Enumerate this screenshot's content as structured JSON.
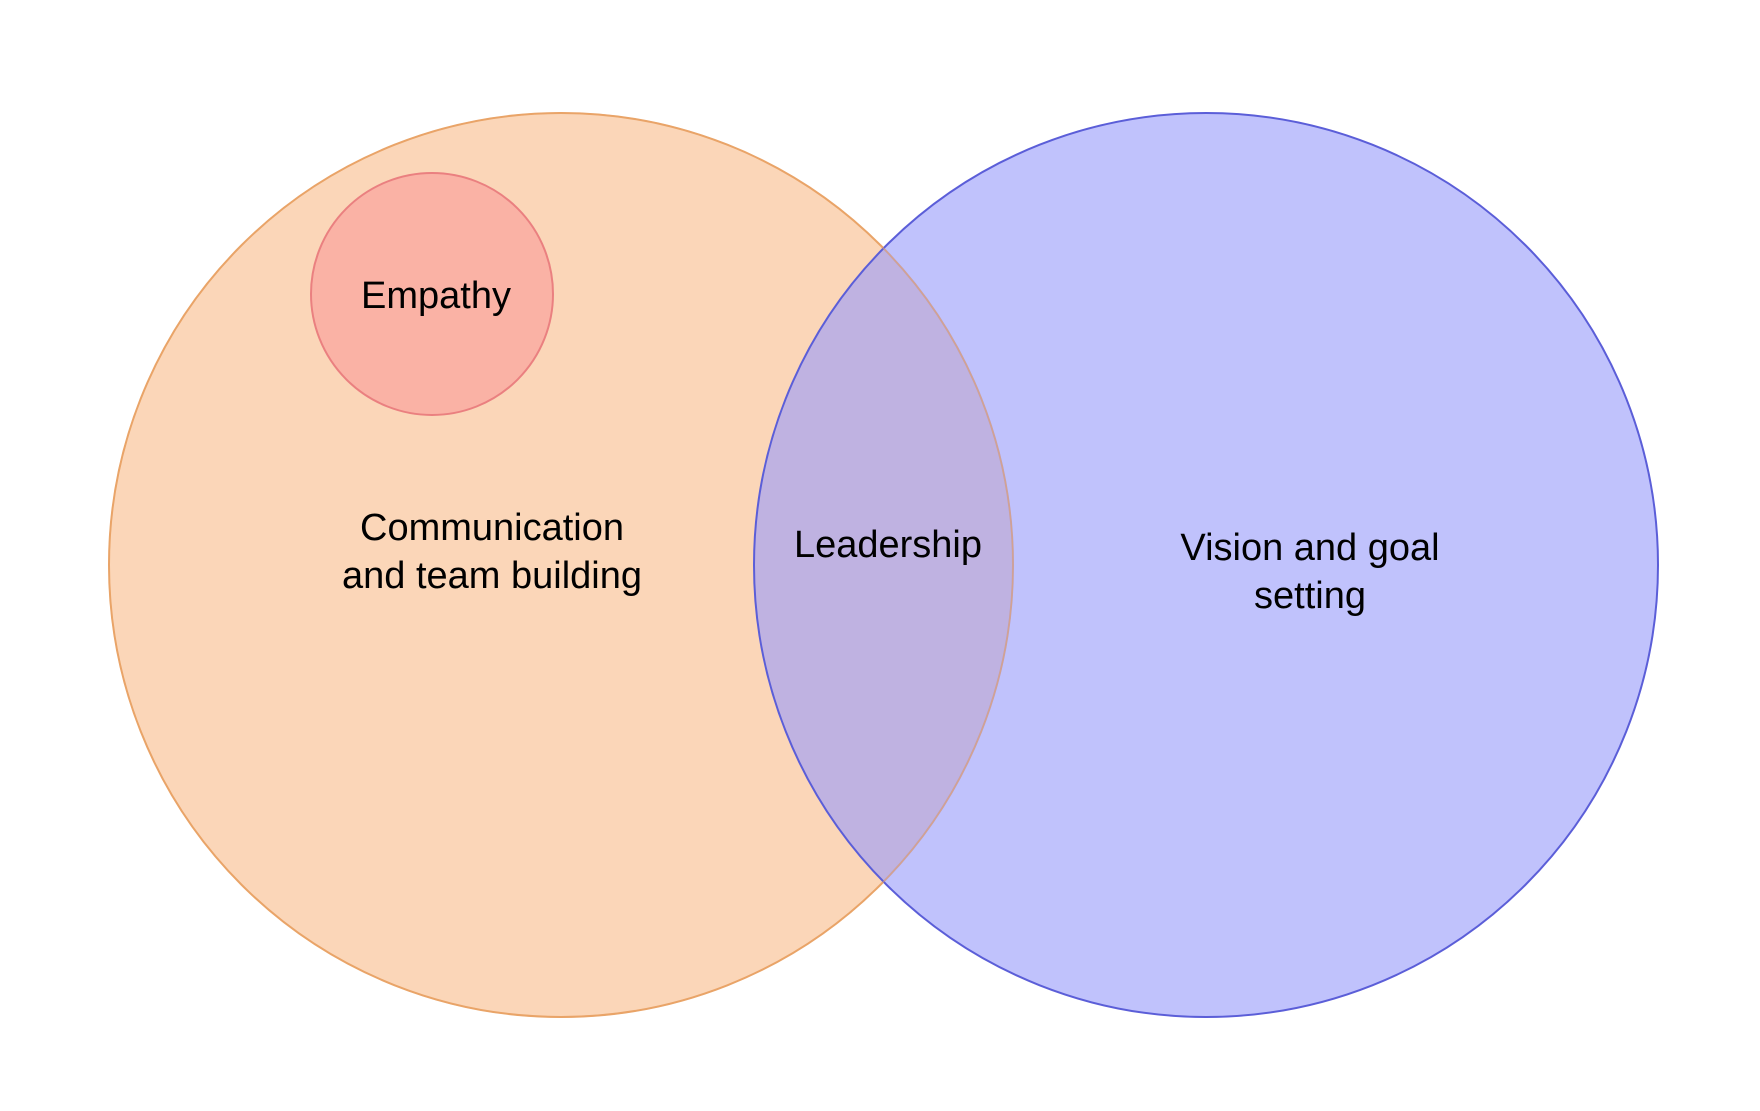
{
  "diagram": {
    "sets": [
      {
        "id": "communication",
        "lines": [
          "Communication",
          "and team building"
        ],
        "fill": "#fbd6b8",
        "stroke": "#e9a468"
      },
      {
        "id": "vision",
        "lines": [
          "Vision and goal",
          "setting"
        ],
        "fill": "#9a9cfa",
        "stroke": "#5b5ed8"
      }
    ],
    "subset": {
      "id": "empathy",
      "label": "Empathy",
      "parent": "communication",
      "fill": "#fab2a5",
      "stroke": "#ea8080"
    },
    "intersection": {
      "label": "Leadership",
      "sets": [
        "communication",
        "vision"
      ]
    }
  }
}
